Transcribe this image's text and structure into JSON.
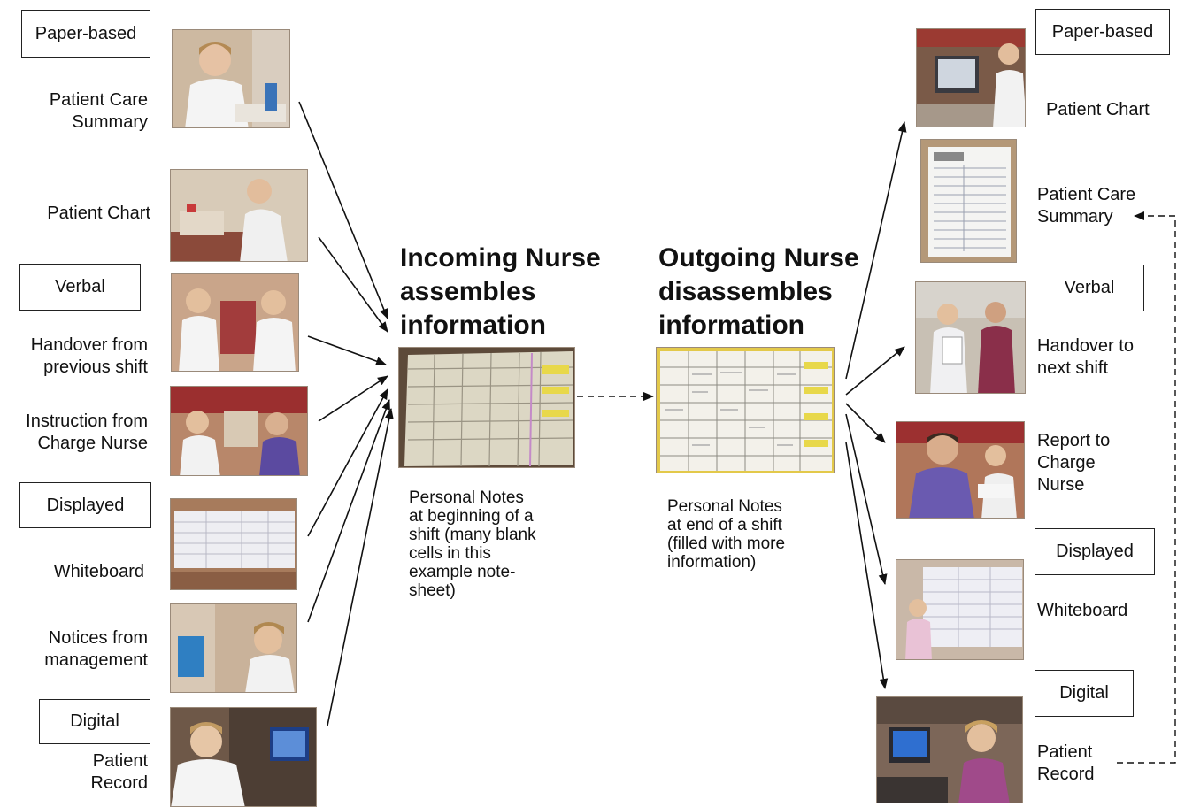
{
  "left_categories": {
    "paper": "Paper-based",
    "verbal": "Verbal",
    "displayed": "Displayed",
    "digital": "Digital"
  },
  "left_items": {
    "care_summary": [
      "Patient Care",
      "Summary"
    ],
    "chart": [
      "Patient Chart"
    ],
    "handover": [
      "Handover from",
      "previous shift"
    ],
    "instruction": [
      "Instruction from",
      "Charge Nurse"
    ],
    "whiteboard": [
      "Whiteboard"
    ],
    "notices": [
      "Notices from",
      "management"
    ],
    "record": [
      "Patient",
      "Record"
    ]
  },
  "center": {
    "incoming_heading": [
      "Incoming Nurse",
      "assembles",
      "information"
    ],
    "outgoing_heading": [
      "Outgoing Nurse",
      "disassembles",
      "information"
    ],
    "incoming_caption": [
      "Personal Notes",
      "at beginning of a",
      "shift (many blank",
      "cells in this",
      "example note-",
      "sheet)"
    ],
    "outgoing_caption": [
      "Personal Notes",
      "at end of a shift",
      "(filled with more",
      "information)"
    ]
  },
  "right_categories": {
    "paper": "Paper-based",
    "verbal": "Verbal",
    "displayed": "Displayed",
    "digital": "Digital"
  },
  "right_items": {
    "chart": [
      "Patient Chart"
    ],
    "care_summary": [
      "Patient Care",
      "Summary"
    ],
    "handover": [
      "Handover to",
      "next shift"
    ],
    "report": [
      "Report to",
      "Charge",
      "Nurse"
    ],
    "whiteboard": [
      "Whiteboard"
    ],
    "record": [
      "Patient",
      "Record"
    ]
  },
  "colors": {
    "line": "#111111",
    "photo_bg": "#b89a7c",
    "sheet_yellow": "#e8d84a",
    "sheet_paper": "#f3f1ea"
  }
}
